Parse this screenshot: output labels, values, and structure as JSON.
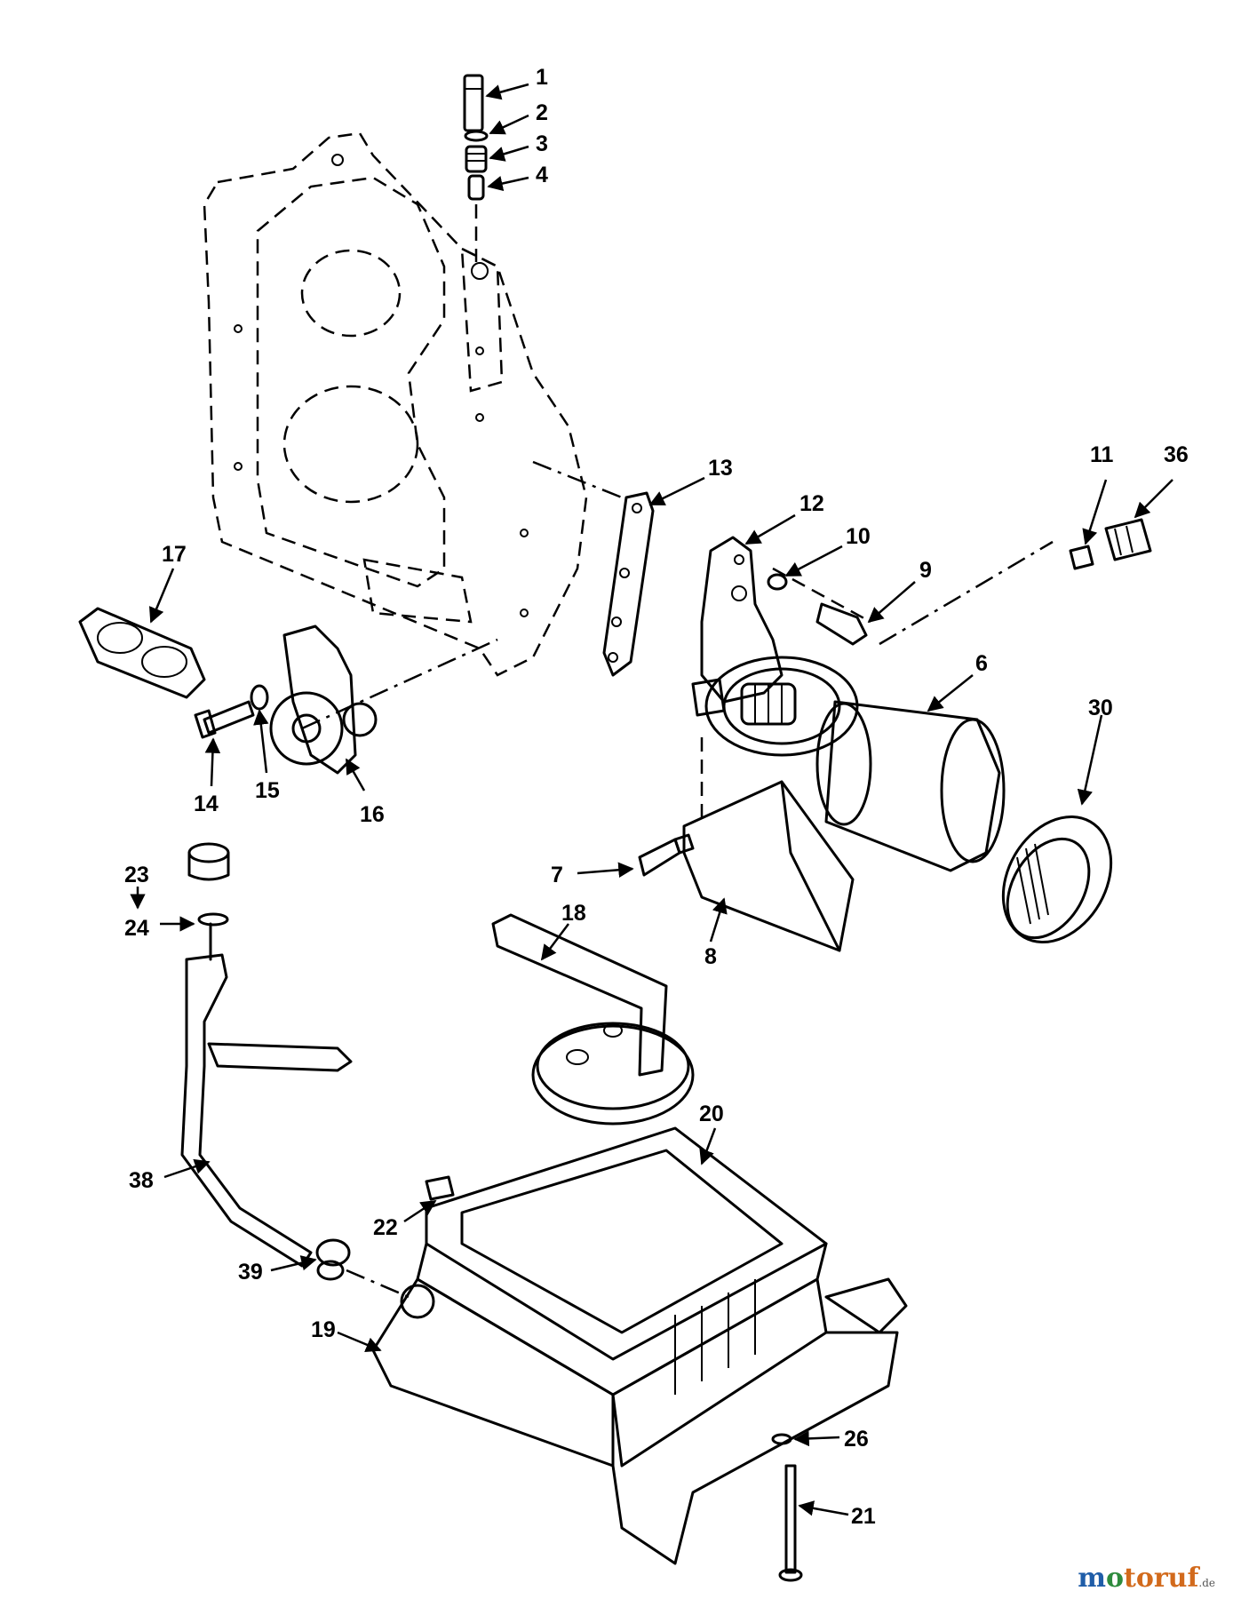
{
  "diagram": {
    "callouts": [
      "1",
      "2",
      "3",
      "4",
      "13",
      "12",
      "10",
      "9",
      "11",
      "36",
      "17",
      "6",
      "30",
      "14",
      "15",
      "16",
      "7",
      "8",
      "18",
      "23",
      "24",
      "20",
      "38",
      "22",
      "39",
      "19",
      "26",
      "21"
    ]
  },
  "watermark": {
    "brand_a": "m",
    "brand_b": "o",
    "brand_c": "toruf",
    "suffix": ".de"
  }
}
